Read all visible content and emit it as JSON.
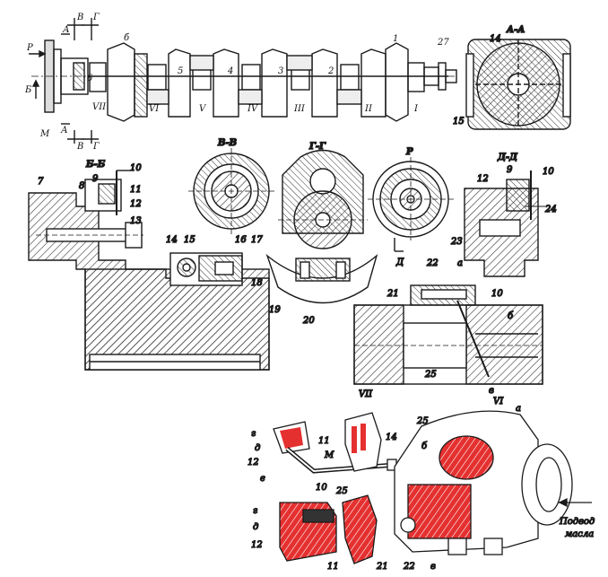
{
  "colors": {
    "ink": "#1a1a1a",
    "hatch": "#333333",
    "red": "#e53030",
    "paper": "#ffffff"
  },
  "crankshaft": {
    "labels": [
      "Р",
      "Б",
      "М",
      "В",
      "Г",
      "А",
      "А",
      "В",
      "Г",
      "б",
      "1",
      "27"
    ],
    "journals": [
      "VII",
      "VI",
      "V",
      "IV",
      "III",
      "II",
      "I"
    ],
    "throws": [
      "6",
      "5",
      "4",
      "3",
      "2",
      "1"
    ]
  },
  "sections": {
    "aa": "А-А",
    "vv": "В-В",
    "gg": "Г-Г",
    "r": "Р",
    "dd": "Д-Д",
    "bb": "Б-Б",
    "d_arrow": "Д"
  },
  "section_aa": {
    "labels": [
      "14",
      "15"
    ]
  },
  "section_bb": {
    "labels": [
      "7",
      "8",
      "9",
      "10",
      "11",
      "12",
      "13"
    ]
  },
  "flange": {
    "labels": [
      "14",
      "15",
      "16",
      "17",
      "18"
    ]
  },
  "section_gg": {
    "labels": [
      "19",
      "20"
    ]
  },
  "section_dd": {
    "labels": [
      "9",
      "10",
      "12",
      "24",
      "23"
    ]
  },
  "journal_detail": {
    "labels": [
      "22",
      "а",
      "10",
      "21",
      "б",
      "25",
      "в",
      "VII",
      "VI"
    ]
  },
  "exploded": {
    "labels_left": [
      "г",
      "д",
      "12",
      "е",
      "11",
      "М",
      "10",
      "25",
      "14"
    ],
    "labels_bottom": [
      "г",
      "д",
      "12",
      "11",
      "21",
      "22",
      "в"
    ],
    "labels_right": [
      "25",
      "б",
      "а"
    ],
    "oil_supply": [
      "Подвод",
      "масла"
    ]
  }
}
